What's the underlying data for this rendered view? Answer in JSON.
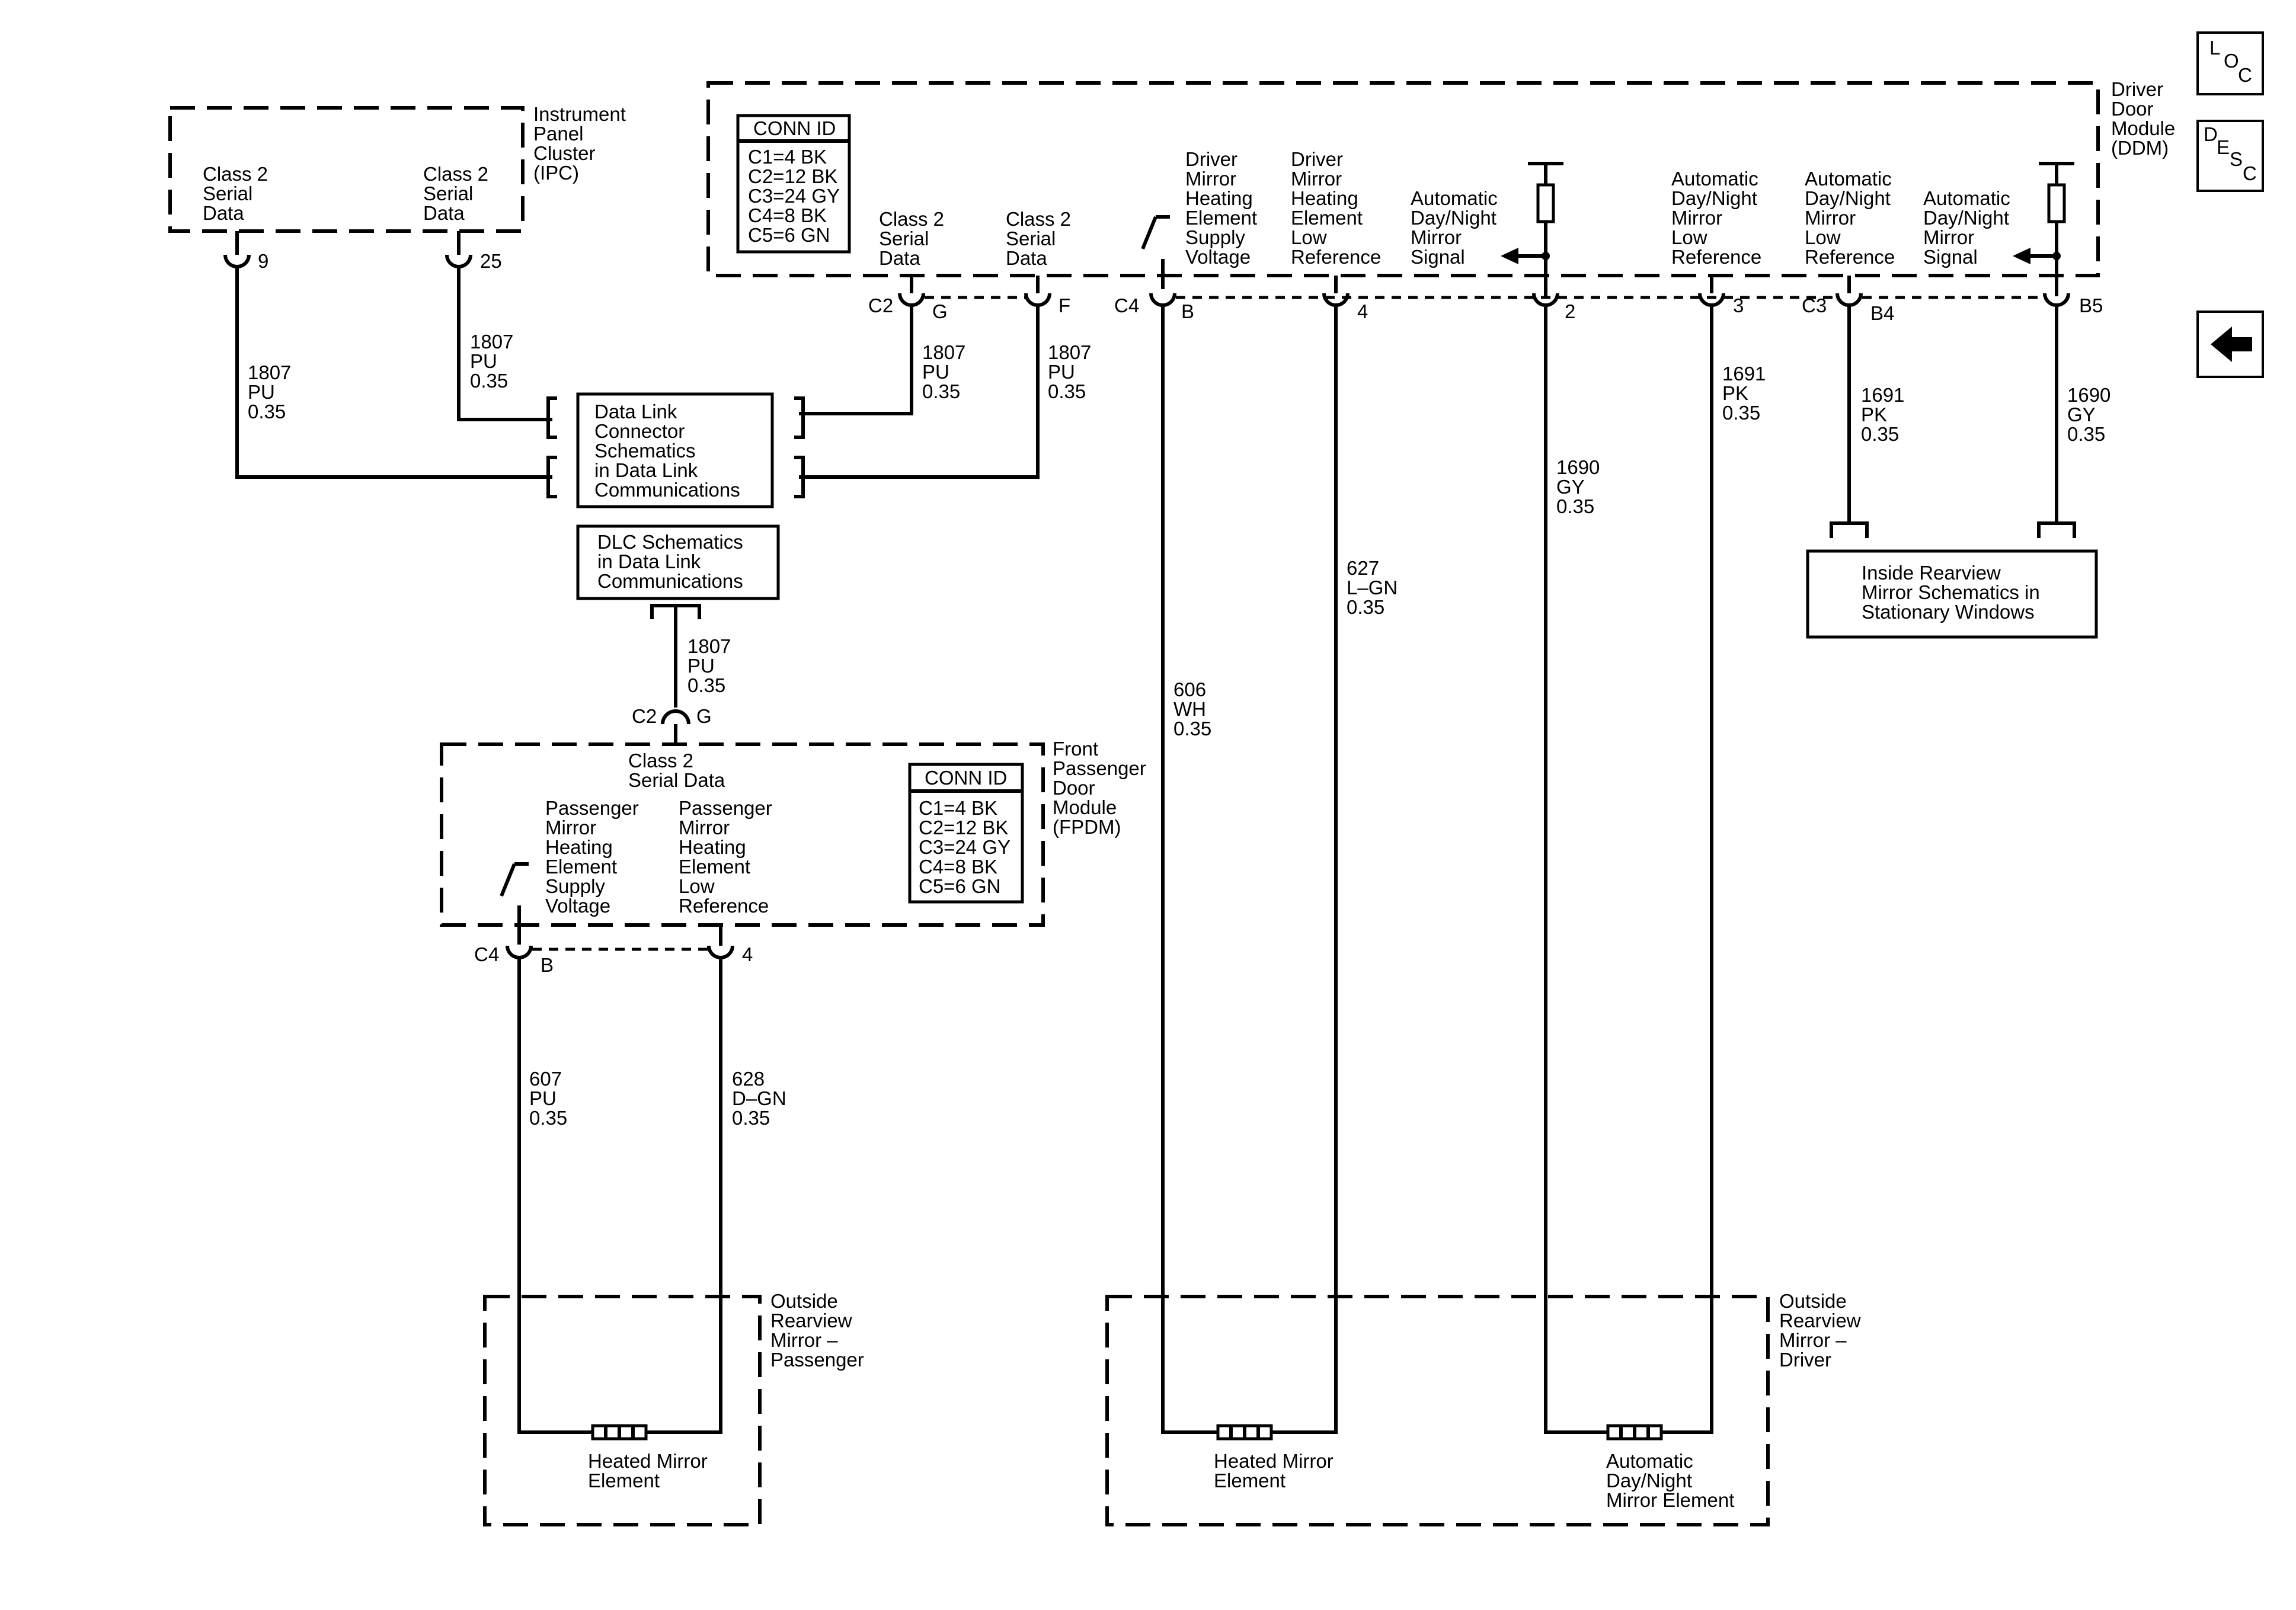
{
  "nav": {
    "loc": [
      "L",
      "O",
      "C"
    ],
    "desc": [
      "D",
      "E",
      "S",
      "C"
    ]
  },
  "modules": {
    "ipc": {
      "name": [
        "Instrument",
        "Panel",
        "Cluster",
        "(IPC)"
      ],
      "left_pin_label": [
        "Class 2",
        "Serial",
        "Data"
      ],
      "right_pin_label": [
        "Class 2",
        "Serial",
        "Data"
      ],
      "left_pin": "9",
      "right_pin": "25"
    },
    "ddm": {
      "name": [
        "Driver",
        "Door",
        "Module",
        "(DDM)"
      ]
    },
    "fpdm": {
      "name": [
        "Front",
        "Passenger",
        "Door",
        "Module",
        "(FPDM)"
      ],
      "serial_label": [
        "Class 2",
        "Serial Data"
      ],
      "supply_label": [
        "Passenger",
        "Mirror",
        "Heating",
        "Element",
        "Supply",
        "Voltage"
      ],
      "low_label": [
        "Passenger",
        "Mirror",
        "Heating",
        "Element",
        "Low",
        "Reference"
      ]
    }
  },
  "conn_id": {
    "title": "CONN ID",
    "rows": [
      "C1=4 BK",
      "C2=12 BK",
      "C3=24 GY",
      "C4=8 BK",
      "C5=6 GN"
    ]
  },
  "ddm_pins": {
    "class2_g_label": [
      "Class 2",
      "Serial",
      "Data"
    ],
    "class2_f_label": [
      "Class 2",
      "Serial",
      "Data"
    ],
    "heat_supply_label": [
      "Driver",
      "Mirror",
      "Heating",
      "Element",
      "Supply",
      "Voltage"
    ],
    "heat_low_label": [
      "Driver",
      "Mirror",
      "Heating",
      "Element",
      "Low",
      "Reference"
    ],
    "auto_signal_label": [
      "Automatic",
      "Day/Night",
      "Mirror",
      "Signal"
    ],
    "auto_low_label": [
      "Automatic",
      "Day/Night",
      "Mirror",
      "Low",
      "Reference"
    ],
    "inside_low_label": [
      "Automatic",
      "Day/Night",
      "Mirror",
      "Low",
      "Reference"
    ],
    "inside_signal_label": [
      "Automatic",
      "Day/Night",
      "Mirror",
      "Signal"
    ]
  },
  "connectors": {
    "c2": "C2",
    "g": "G",
    "f": "F",
    "c4": "C4",
    "b": "B",
    "pin4": "4",
    "pin2": "2",
    "pin3": "3",
    "c3": "C3",
    "b4": "B4",
    "b5": "B5",
    "fpdm_c2": "C2",
    "fpdm_g": "G",
    "fpdm_c4": "C4",
    "fpdm_b": "B",
    "fpdm_4": "4"
  },
  "wires": {
    "ipc9": [
      "1807",
      "PU",
      "0.35"
    ],
    "ipc25": [
      "1807",
      "PU",
      "0.35"
    ],
    "ddm_g": [
      "1807",
      "PU",
      "0.35"
    ],
    "ddm_f": [
      "1807",
      "PU",
      "0.35"
    ],
    "fpdm_g": [
      "1807",
      "PU",
      "0.35"
    ],
    "heat_supply": [
      "606",
      "WH",
      "0.35"
    ],
    "heat_low": [
      "627",
      "L–GN",
      "0.35"
    ],
    "auto_signal": [
      "1690",
      "GY",
      "0.35"
    ],
    "auto_low": [
      "1691",
      "PK",
      "0.35"
    ],
    "inside_low": [
      "1691",
      "PK",
      "0.35"
    ],
    "inside_signal": [
      "1690",
      "GY",
      "0.35"
    ],
    "pass_supply": [
      "607",
      "PU",
      "0.35"
    ],
    "pass_low": [
      "628",
      "D–GN",
      "0.35"
    ]
  },
  "boxes": {
    "dlc_link": [
      "Data Link",
      "Connector",
      "Schematics",
      "in Data Link",
      "Communications"
    ],
    "dlc_comm": [
      "DLC Schematics",
      "in Data Link",
      "Communications"
    ],
    "inside_mirror": [
      "Inside Rearview",
      "Mirror Schematics in",
      "Stationary Windows"
    ]
  },
  "mirrors": {
    "passenger": {
      "name": [
        "Outside",
        "Rearview",
        "Mirror –",
        "Passenger"
      ],
      "element": [
        "Heated Mirror",
        "Element"
      ]
    },
    "driver": {
      "name": [
        "Outside",
        "Rearview",
        "Mirror –",
        "Driver"
      ],
      "heated": [
        "Heated Mirror",
        "Element"
      ],
      "auto": [
        "Automatic",
        "Day/Night",
        "Mirror Element"
      ]
    }
  }
}
